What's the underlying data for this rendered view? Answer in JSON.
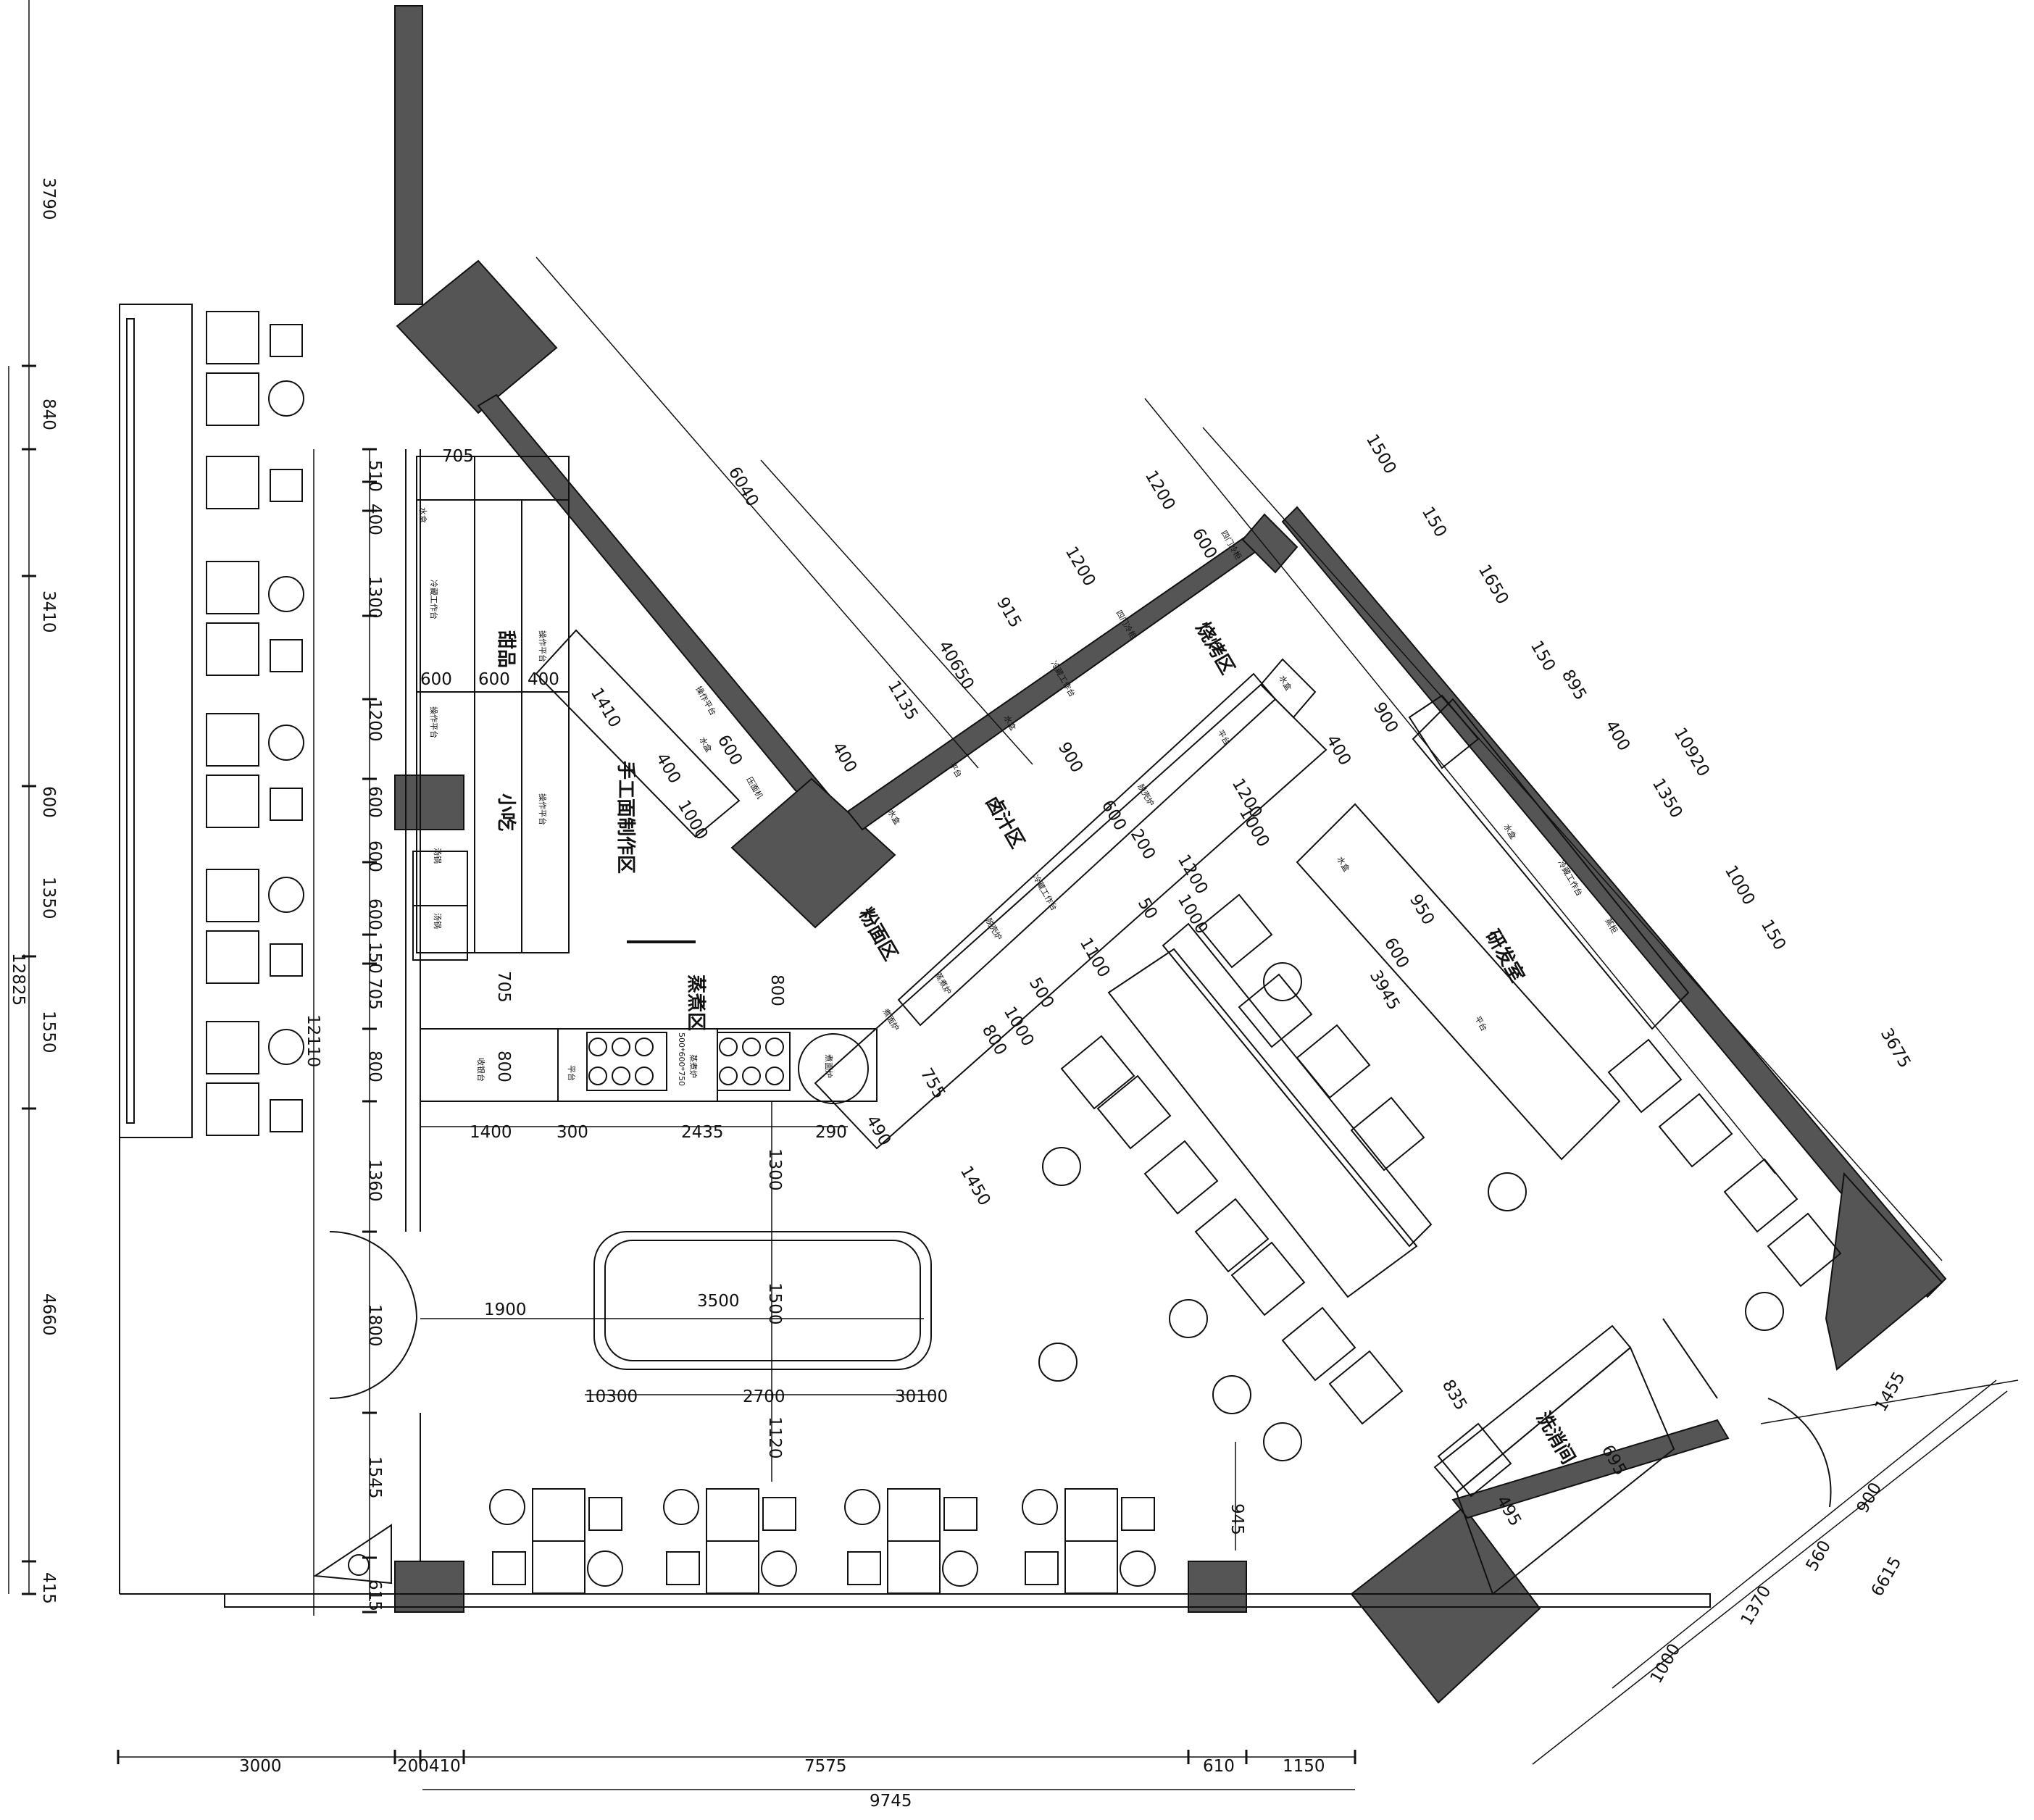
{
  "colors": {
    "wall": "#555555",
    "line": "#111111",
    "paper": "#ffffff"
  },
  "zones": {
    "dessert": "甜品",
    "snack": "小吃",
    "handmade_noodle": "手工面制作区",
    "steam": "蒸煮区",
    "noodle": "粉面区",
    "marinade": "卤汁区",
    "bbq": "烧烤区",
    "rd": "研发室",
    "dish_wash": "洗消间"
  },
  "equipment": {
    "sink": "水盒",
    "fridge_bench": "冷藏工作台",
    "work_bench": "操作平台",
    "table": "平台",
    "steamer": "蒸柜",
    "steam_stove": "蒸煮炉",
    "stove_spec": "500*600*750",
    "noodle_stove": "煮面炉",
    "two_door_freezer": "四门冷柜",
    "ripple_stove": "脱壳炉",
    "pressure_noodle": "压面机",
    "receive_table": "收银台",
    "water_tray": "汤锅"
  },
  "dims_top": {
    "top_6040": "6040",
    "top_1200a": "1200",
    "top_1200b": "1200",
    "top_915": "915",
    "top_40650": "40650",
    "top_1135": "1135",
    "top_400": "400",
    "d_600a": "600",
    "d_900": "900",
    "d_600b": "600",
    "d_200": "200",
    "d_1200c": "1200",
    "d_400c": "400",
    "d_900c": "900",
    "d_1000c": "1000",
    "d_1200d": "1200",
    "d_1000d": "1000",
    "d_50": "50",
    "d_1100": "1100",
    "d_500": "500",
    "d_1000e": "1000",
    "d_800e": "800",
    "d_755": "755",
    "d_490": "490",
    "d_1450": "1450",
    "d_1410": "1410",
    "d_400f": "400",
    "d_600f": "600",
    "d_1000f": "1000",
    "d_705b": "705",
    "d_800b": "800",
    "d_705c": "705",
    "d_800c": "800",
    "d_600g": "600",
    "d_600h": "600",
    "d_400g": "400",
    "d_950": "950",
    "d_600i": "600",
    "d_3945": "3945",
    "d_835": "835",
    "d_695": "695",
    "d_495": "495",
    "d_945": "945"
  },
  "dims_right": {
    "r_1500": "1500",
    "r_150a": "150",
    "r_1650": "1650",
    "r_150b": "150",
    "r_895": "895",
    "r_400": "400",
    "r_1350": "1350",
    "r_1000": "1000",
    "r_150c": "150",
    "r_10920": "10920",
    "r_3675": "3675",
    "r_1455": "1455",
    "r_900": "900",
    "r_560": "560",
    "r_1370": "1370",
    "r_1000b": "1000",
    "r_6615": "6615"
  },
  "dims_left": {
    "l_3790": "3790",
    "l_840": "840",
    "l_3410": "3410",
    "l_600": "600",
    "l_1350": "1350",
    "l_1550": "1550",
    "l_4660": "4660",
    "l_415": "415",
    "l_12825": "12825",
    "l_12110": "12110",
    "i_510": "510",
    "i_400": "400",
    "i_1300": "1300",
    "i_1200": "1200",
    "i_600a": "600",
    "i_600b": "600",
    "i_600c": "600",
    "i_150": "150",
    "i_705": "705",
    "i_800": "800",
    "i_1360": "1360",
    "i_1800": "1800",
    "i_1545": "1545",
    "i_615": "615"
  },
  "dims_mid": {
    "m_1400": "1400",
    "m_300": "300",
    "m_2435": "2435",
    "m_290": "290",
    "m_1300": "1300",
    "m_1900": "1900",
    "m_3500": "3500",
    "m_1500": "1500",
    "m_10300": "10300",
    "m_2700": "2700",
    "m_30100": "30100",
    "m_1120": "1120"
  },
  "dims_bottom": {
    "b_3000": "3000",
    "b_200410": "200410",
    "b_7575": "7575",
    "b_610": "610",
    "b_1150": "1150",
    "b_9745": "9745"
  }
}
